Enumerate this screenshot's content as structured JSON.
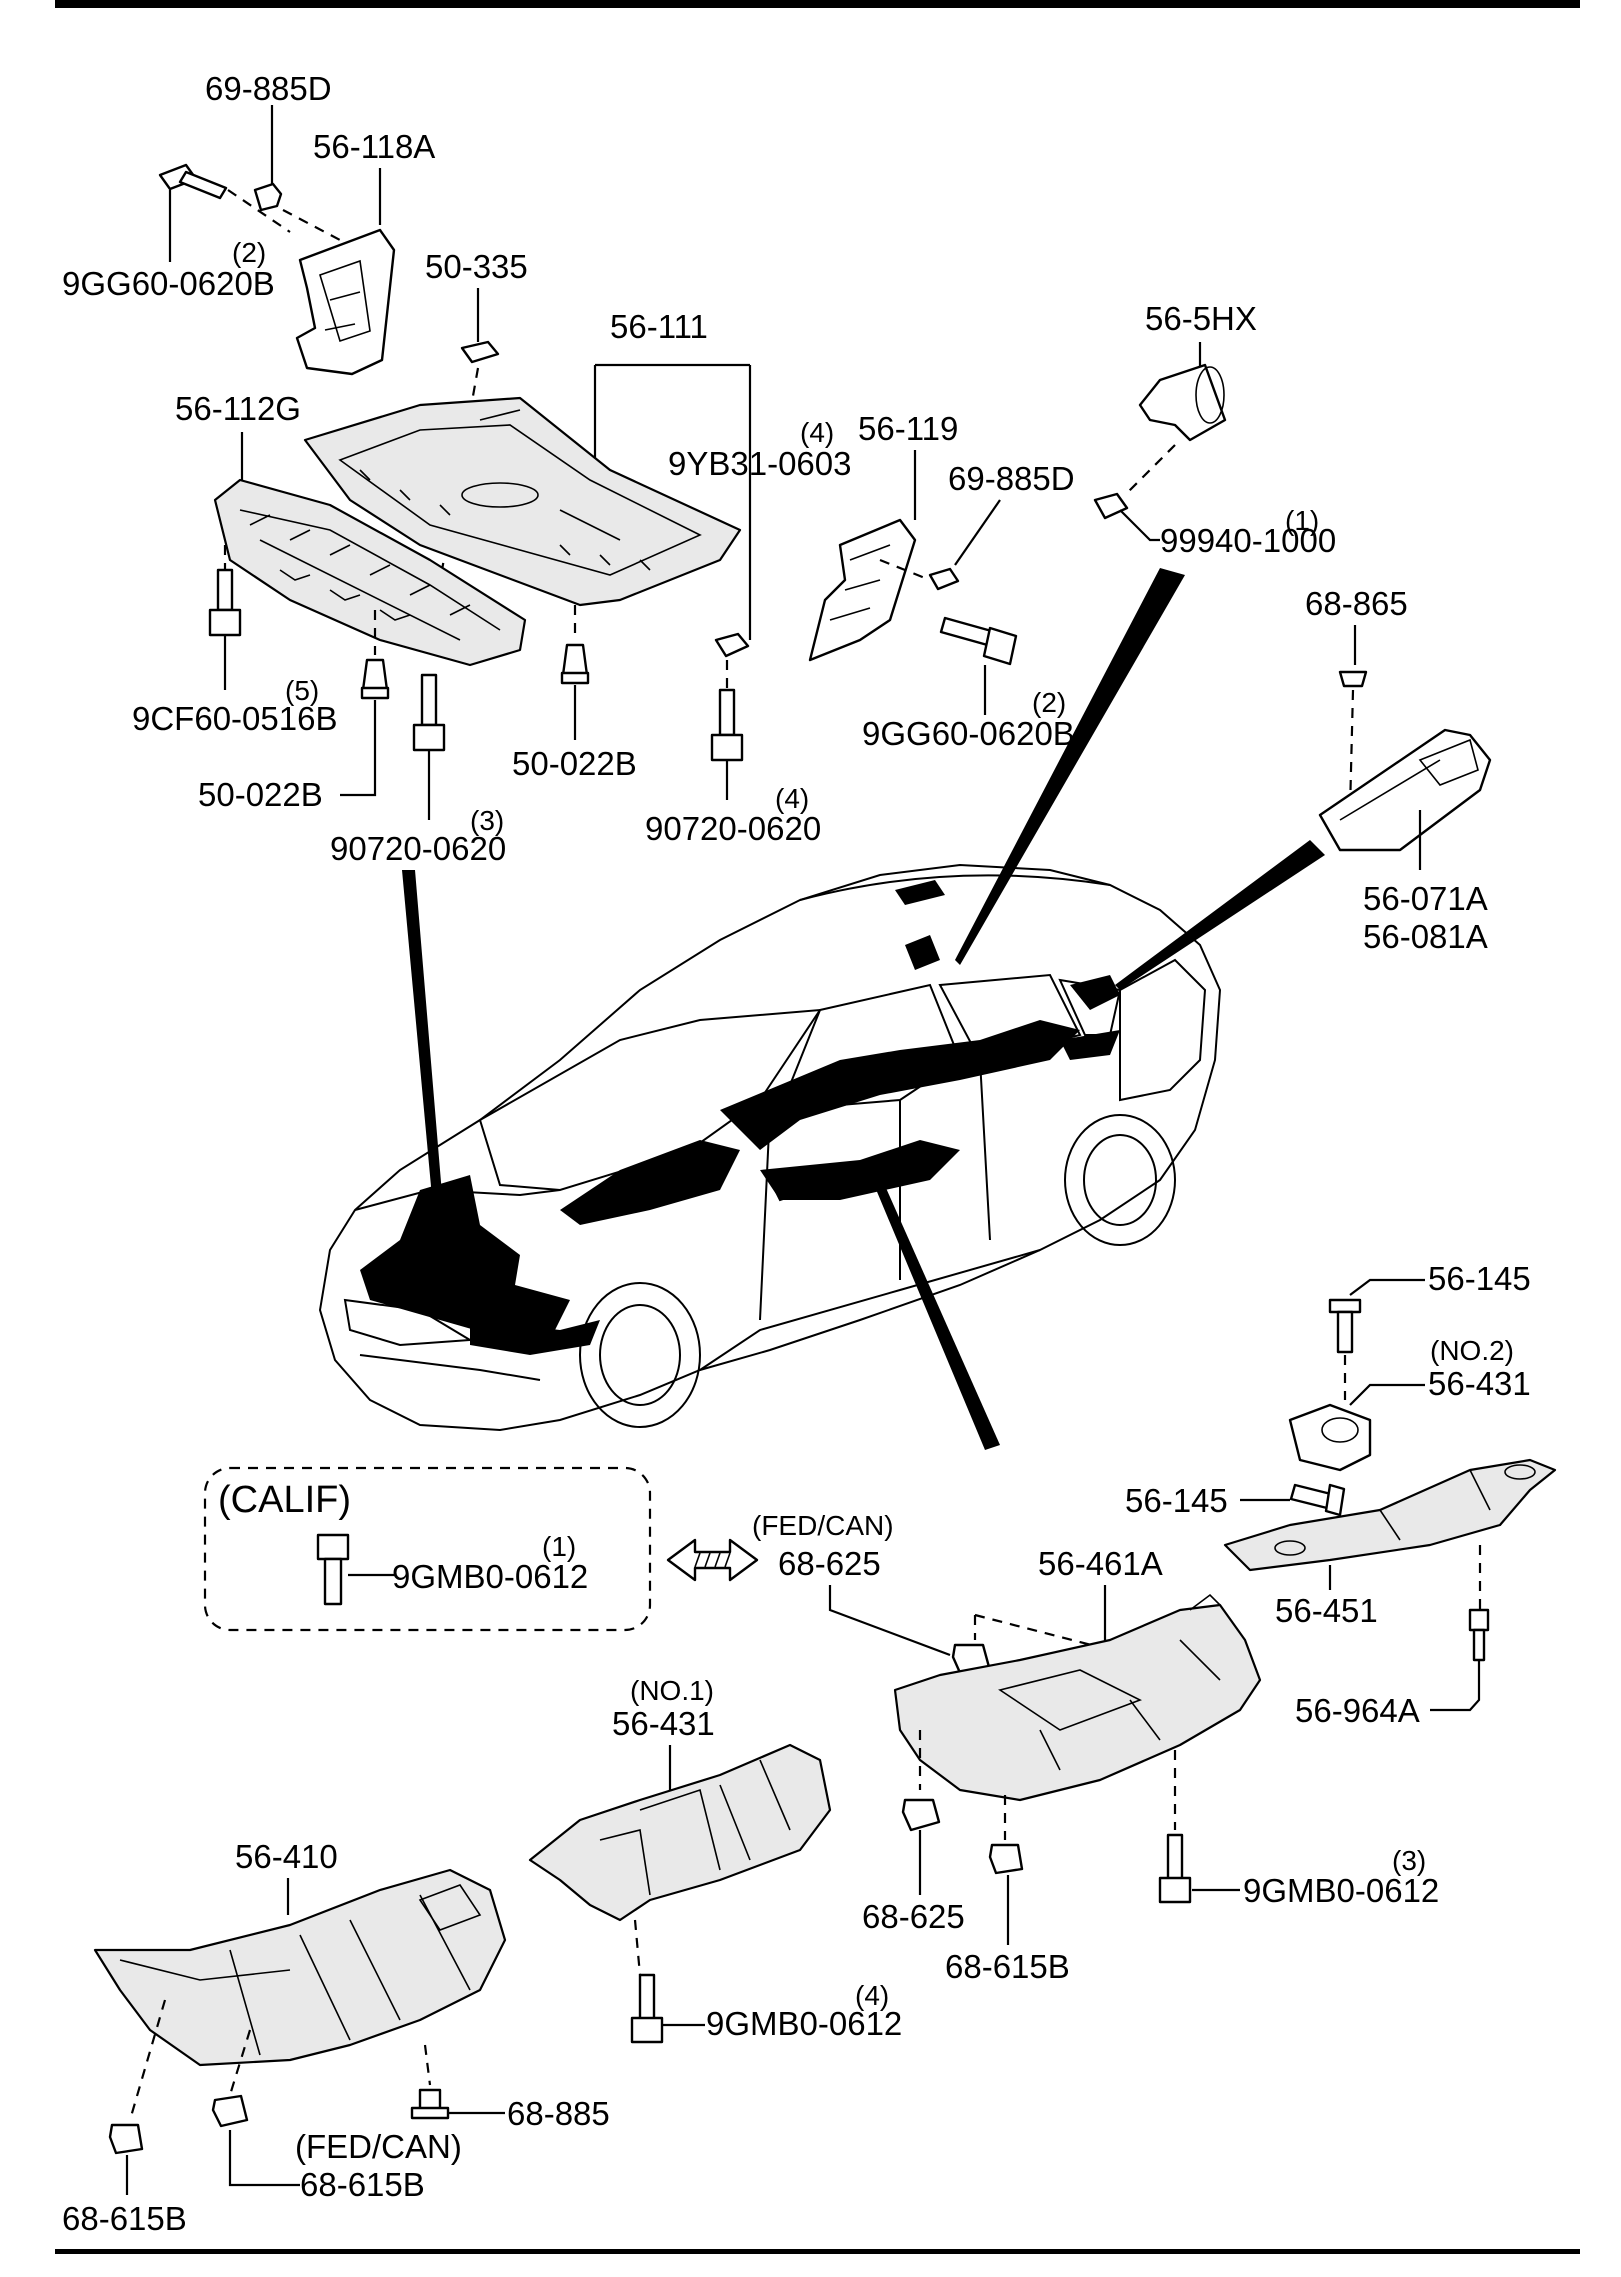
{
  "labels": {
    "p_69_885D_top": "69-885D",
    "p_56_118A": "56-118A",
    "p_9GG60_top": "9GG60-0620B",
    "q_9GG60_top": "(2)",
    "p_50_335": "50-335",
    "p_56_111": "56-111",
    "p_56_112G": "56-112G",
    "p_9YB31": "9YB31-0603",
    "q_9YB31": "(4)",
    "p_56_119": "56-119",
    "p_69_885D_right": "69-885D",
    "p_56_5HX": "56-5HX",
    "p_99940": "99940-1000",
    "q_99940": "(1)",
    "p_9CF60": "9CF60-0516B",
    "q_9CF60": "(5)",
    "p_50_022B_left": "50-022B",
    "p_50_022B_mid": "50-022B",
    "p_90720_left": "90720-0620",
    "q_90720_left": "(3)",
    "p_90720_right": "90720-0620",
    "q_90720_right": "(4)",
    "p_9GG60_right": "9GG60-0620B",
    "q_9GG60_right": "(2)",
    "p_68_865": "68-865",
    "p_56_071A": "56-071A",
    "p_56_081A": "56-081A",
    "p_56_145_top": "56-145",
    "q_56_431_no2": "(NO.2)",
    "p_56_431_no2": "56-431",
    "p_56_145_mid": "56-145",
    "p_56_451": "56-451",
    "p_56_964A": "56-964A",
    "calif_title": "(CALIF)",
    "p_9GMB0_calif": "9GMB0-0612",
    "q_9GMB0_calif": "(1)",
    "fedcan_top": "(FED/CAN)",
    "p_68_625_top": "68-625",
    "p_56_461A": "56-461A",
    "q_56_431_no1": "(NO.1)",
    "p_56_431_no1": "56-431",
    "p_68_625_bottom": "68-625",
    "p_68_615B_mid": "68-615B",
    "p_9GMB0_3": "9GMB0-0612",
    "q_9GMB0_3": "(3)",
    "p_56_410": "56-410",
    "p_9GMB0_4": "9GMB0-0612",
    "q_9GMB0_4": "(4)",
    "p_68_885": "68-885",
    "fedcan_bottom": "(FED/CAN)",
    "p_68_615B_fedcan": "68-615B",
    "p_68_615B_left": "68-615B"
  }
}
